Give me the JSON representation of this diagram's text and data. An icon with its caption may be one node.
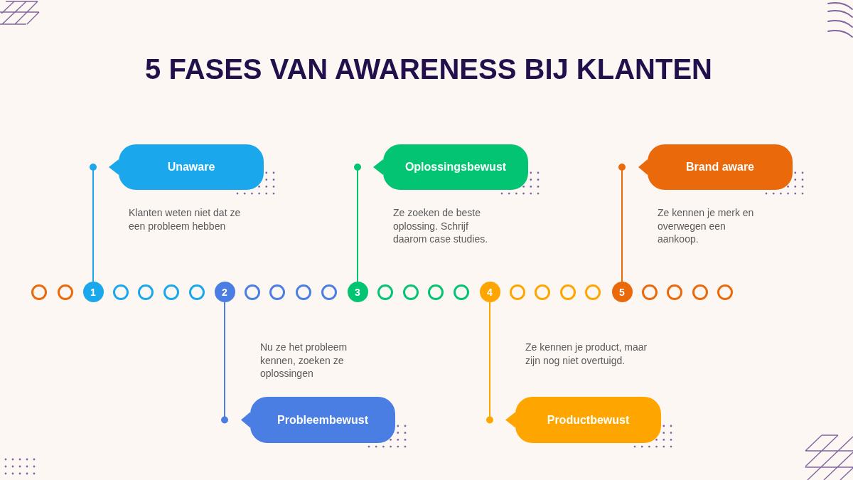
{
  "diagram": {
    "title": "5 FASES VAN AWARENESS BIJ KLANTEN",
    "nodes": [
      {
        "text": [
          "Unaware"
        ],
        "beside": [
          "Klanten weten niet dat ze een probleem hebben"
        ]
      },
      {
        "text": [
          "Probleembewust"
        ],
        "beside": [
          "Nu ze het probleem kennen, zoeken ze oplossingen"
        ]
      },
      {
        "text": [
          "Oplossingsbewust"
        ],
        "beside": [
          "Ze zoeken de beste oplossing. Schrijf daarom case studies."
        ]
      },
      {
        "text": [
          "Productbewust"
        ],
        "beside": [
          "Ze kennen je product, maar zijn nog niet overtuigd."
        ]
      },
      {
        "text": [
          "Brand aware"
        ],
        "beside": [
          "Ze kennen je merk en overwegen een aankoop."
        ]
      },
      {
        "text": [],
        "shape": "circle"
      },
      {
        "text": [],
        "shape": "circle"
      },
      {
        "text": [
          "1"
        ]
      },
      {
        "text": [],
        "shape": "circle"
      },
      {
        "text": [],
        "shape": "circle"
      },
      {
        "text": [],
        "shape": "circle"
      },
      {
        "text": [],
        "shape": "circle"
      },
      {
        "text": [
          "2"
        ]
      },
      {
        "text": [],
        "shape": "circle"
      },
      {
        "text": [],
        "shape": "circle"
      },
      {
        "text": [],
        "shape": "circle"
      },
      {
        "text": [],
        "shape": "circle"
      },
      {
        "text": [
          "3"
        ]
      },
      {
        "text": [],
        "shape": "circle"
      },
      {
        "text": [],
        "shape": "circle"
      },
      {
        "text": [],
        "shape": "circle"
      },
      {
        "text": [],
        "shape": "circle"
      },
      {
        "text": [
          "4"
        ]
      },
      {
        "text": [],
        "shape": "circle"
      },
      {
        "text": [],
        "shape": "circle"
      },
      {
        "text": [],
        "shape": "circle"
      },
      {
        "text": [],
        "shape": "circle"
      },
      {
        "text": [
          "5"
        ]
      },
      {
        "text": [],
        "shape": "circle"
      },
      {
        "text": [],
        "shape": "circle"
      },
      {
        "text": [],
        "shape": "circle"
      },
      {
        "text": [],
        "shape": "circle"
      }
    ],
    "edges": [
      {
        "from": 7,
        "to": 0,
        "arrow": "other",
        "color": "#1aa7ec"
      },
      {
        "from": 12,
        "to": 1,
        "arrow": "other",
        "color": "#4a7ee2"
      },
      {
        "from": 17,
        "to": 2,
        "arrow": "other",
        "color": "#03c472"
      },
      {
        "from": 22,
        "to": 3,
        "arrow": "other",
        "color": "#ffa500"
      },
      {
        "from": 27,
        "to": 4,
        "arrow": "other",
        "color": "#e9690b"
      }
    ]
  }
}
